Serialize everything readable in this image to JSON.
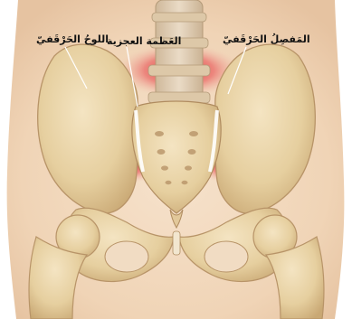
{
  "illustration": {
    "labels": {
      "ilium": "اللوحُ الحَرْقَفيّ",
      "sacrum": "العَظمة العجزية",
      "sacroiliac_joint": "المَفصِلُ الحَرْقَفيّ"
    },
    "colors": {
      "skin": "#f3d9be",
      "bone": "#e9d3a8",
      "bone_shadow": "#c8a878",
      "inflammation": "#e0202a",
      "leader_line": "#ffffff"
    }
  }
}
